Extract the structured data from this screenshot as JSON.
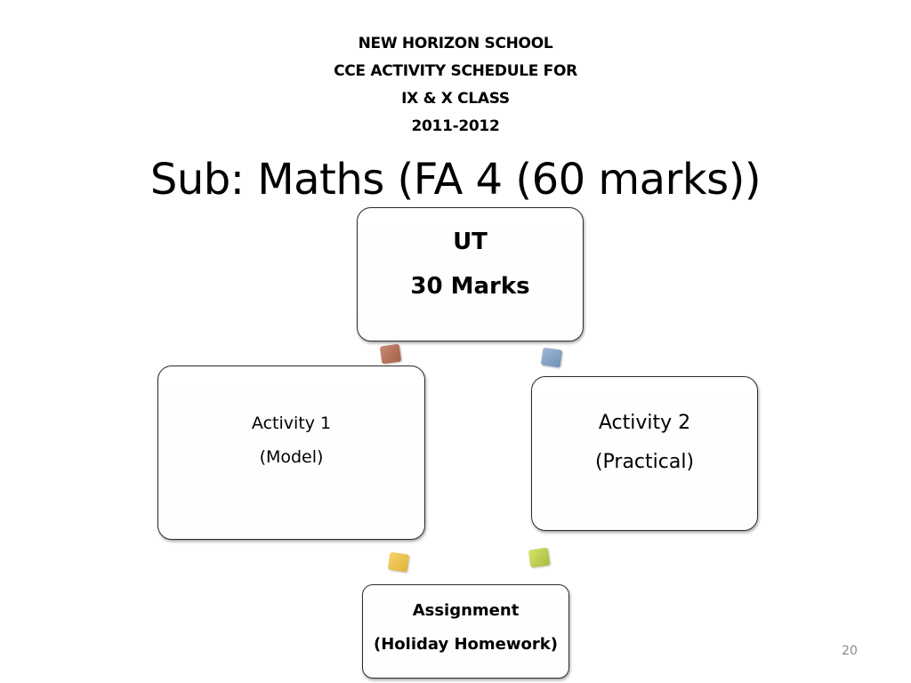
{
  "header": {
    "lines": [
      "NEW HORIZON SCHOOL",
      "CCE ACTIVITY SCHEDULE FOR",
      "IX & X CLASS",
      "2011-2012"
    ]
  },
  "title": "Sub: Maths (FA 4 (60 marks))",
  "diagram": {
    "nodes": {
      "ut": {
        "lines": [
          "UT",
          "30 Marks"
        ]
      },
      "activity1": {
        "lines": [
          "Activity 1",
          "(Model)"
        ]
      },
      "activity2": {
        "lines": [
          "Activity 2",
          "(Practical)"
        ]
      },
      "assignment": {
        "lines": [
          "Assignment",
          "(Holiday Homework)"
        ]
      }
    },
    "connector_colors": [
      "#b06e58",
      "#7c9cc2",
      "#b8c84a",
      "#ecc24e"
    ]
  },
  "page_number": "20"
}
